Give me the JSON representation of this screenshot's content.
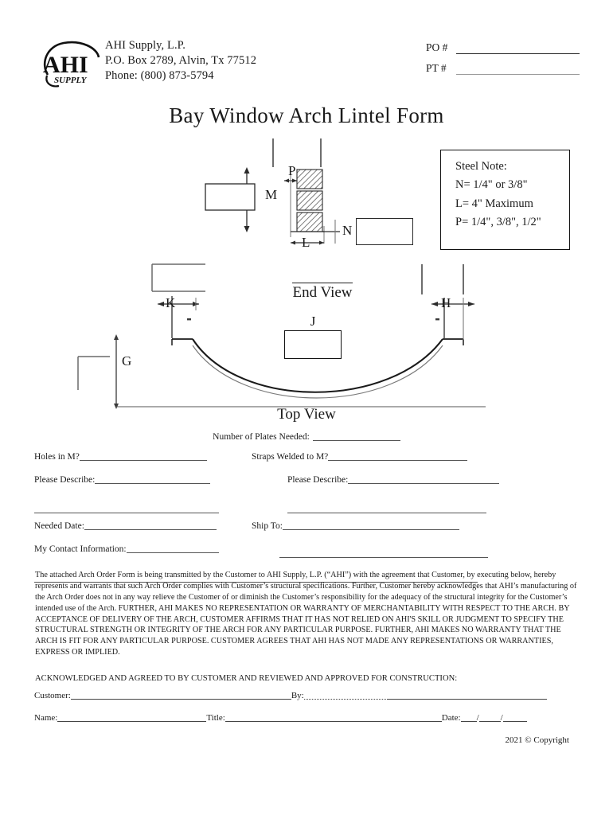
{
  "header": {
    "logo_text": "AHI",
    "logo_sub": "SUPPLY",
    "company_lines": [
      "AHI Supply, L.P.",
      "P.O. Box 2789, Alvin, Tx 77512",
      "Phone: (800) 873-5794"
    ],
    "po_label": "PO #",
    "pt_label": "PT #"
  },
  "title": "Bay Window Arch Lintel Form",
  "steel_note": {
    "heading": "Steel Note:",
    "lines": [
      "N= 1/4\" or 3/8\"",
      "L= 4\" Maximum",
      "P= 1/4\", 3/8\", 1/2\""
    ]
  },
  "diagram": {
    "end_view_label": "End View",
    "top_view_label": "Top View",
    "dims": {
      "P": "P",
      "M": "M",
      "L": "L",
      "N": "N",
      "G": "G",
      "K": "K",
      "H": "H",
      "J": "J"
    }
  },
  "form": {
    "plates_label": "Number of Plates Needed:",
    "holes_label": "Holes in M?",
    "straps_label": "Straps Welded to M?",
    "describe_left_label": "Please Describe:",
    "describe_right_label": "Please Describe:",
    "needed_date_label": "Needed Date:",
    "ship_to_label": "Ship To:",
    "contact_label": "My Contact Information:"
  },
  "legal": {
    "paragraph": "The attached Arch Order Form is being transmitted by the Customer to AHI Supply, L.P. (“AHI”) with the agreement that Customer, by executing below, hereby represents and warrants that such Arch Order complies with Customer’s structural specifications. Further, Customer hereby acknowledges that AHI’s manufacturing of the Arch Order does not in any way relieve the Customer of or diminish the Customer’s responsibility for the adequacy of the structural integrity for the Customer’s intended use of the Arch. FURTHER, AHI MAKES NO REPRESENTATION OR WARRANTY OF MERCHANTABILITY WITH RESPECT TO THE ARCH. BY ACCEPTANCE OF DELIVERY OF THE ARCH, CUSTOMER AFFIRMS THAT IT HAS NOT RELIED ON AHI'S SKILL OR JUDGMENT TO SPECIFY THE STRUCTURAL STRENGTH OR INTEGRITY OF THE ARCH FOR ANY PARTICULAR PURPOSE. FURTHER, AHI MAKES NO WARRANTY THAT THE ARCH IS FIT FOR ANY PARTICULAR PURPOSE. CUSTOMER AGREES THAT AHI HAS NOT MADE ANY REPRESENTATIONS OR WARRANTIES, EXPRESS OR IMPLIED."
  },
  "acknowledgment": "ACKNOWLEDGED AND AGREED TO BY CUSTOMER AND REVIEWED AND APPROVED FOR CONSTRUCTION:",
  "signature": {
    "customer_label": "Customer:",
    "by_label": "By:",
    "name_label": "Name:",
    "title_label": "Title:",
    "date_label": "Date:",
    "date_sep": "/"
  },
  "copyright": "2021 © Copyright"
}
